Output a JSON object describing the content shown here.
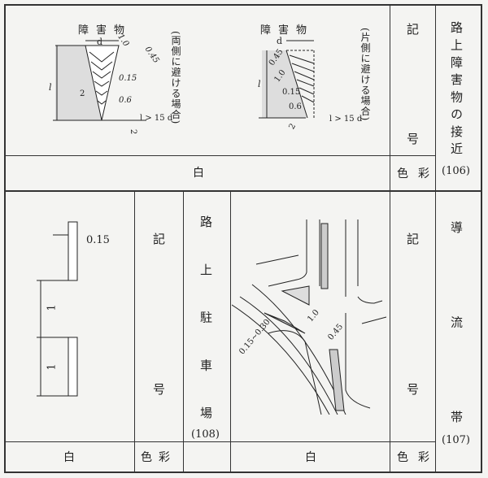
{
  "sections": [
    {
      "title": "路上障害物の接近",
      "number": "(106)",
      "symbol_label": "記号",
      "color_label": "色彩",
      "color_value": "白",
      "figures": [
        {
          "heading": "障害物",
          "dim_d": "d",
          "dim_l": "l",
          "labels": [
            "1.0",
            "0.45",
            "0.15",
            "2",
            "0.6",
            "2"
          ],
          "condition": "l > 15 d",
          "caption": "(両側に避ける場合)"
        },
        {
          "heading": "障害物",
          "dim_d": "d",
          "dim_l": "l",
          "labels": [
            "0.45",
            "1.0",
            "0.15",
            "0.6",
            "2"
          ],
          "condition": "l > 15 d",
          "caption": "(片側に避ける場合)"
        }
      ]
    },
    {
      "title": "路上駐車場",
      "number": "(108)",
      "symbol_label": "記号",
      "color_label": "色彩",
      "color_value": "白",
      "labels": [
        "0.15",
        "1",
        "1"
      ]
    },
    {
      "title": "導流帯",
      "number": "(107)",
      "symbol_label": "記号",
      "color_label": "色彩",
      "color_value": "白",
      "labels": [
        "0.15~0.30",
        "1.0",
        "0.45"
      ]
    }
  ]
}
